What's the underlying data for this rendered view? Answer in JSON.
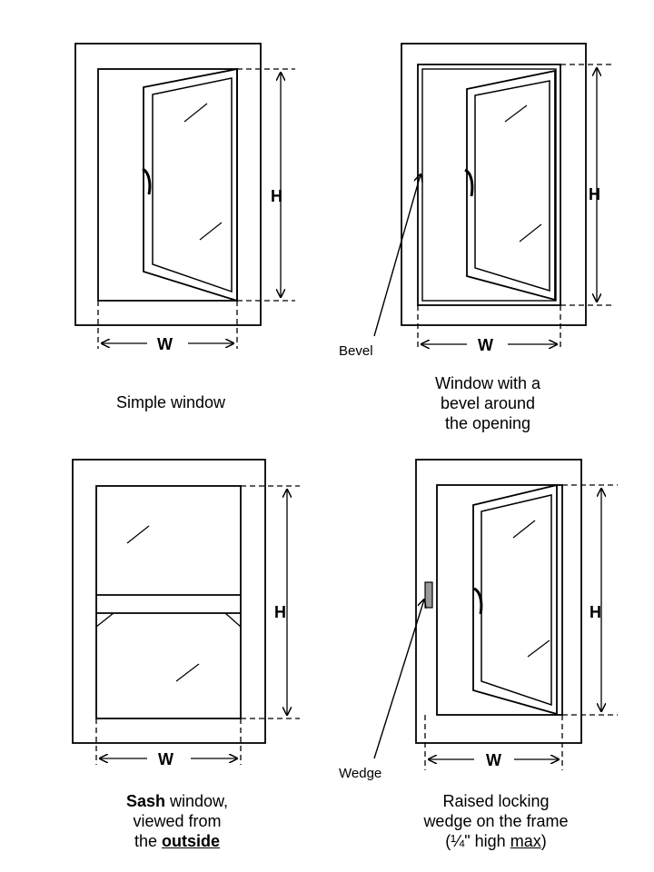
{
  "labels": {
    "height": "H",
    "width": "W",
    "bevel": "Bevel",
    "wedge": "Wedge"
  },
  "captions": {
    "simple": {
      "line1": "Simple window"
    },
    "bevel": {
      "line1": "Window with a",
      "line2": "bevel around",
      "line3": "the opening"
    },
    "sash": {
      "line1_bold": "Sash",
      "line1_rest": " window,",
      "line2": "viewed from",
      "line3_pre": "the ",
      "line3_bold_underline": "outside"
    },
    "wedge": {
      "line1": "Raised locking",
      "line2": "wedge on the frame",
      "line3_pre": "(¼\" high ",
      "line3_underline": "max",
      "line3_post": ")"
    }
  },
  "colors": {
    "line": "#000000",
    "wedge_fill": "#999999",
    "background": "#ffffff"
  }
}
